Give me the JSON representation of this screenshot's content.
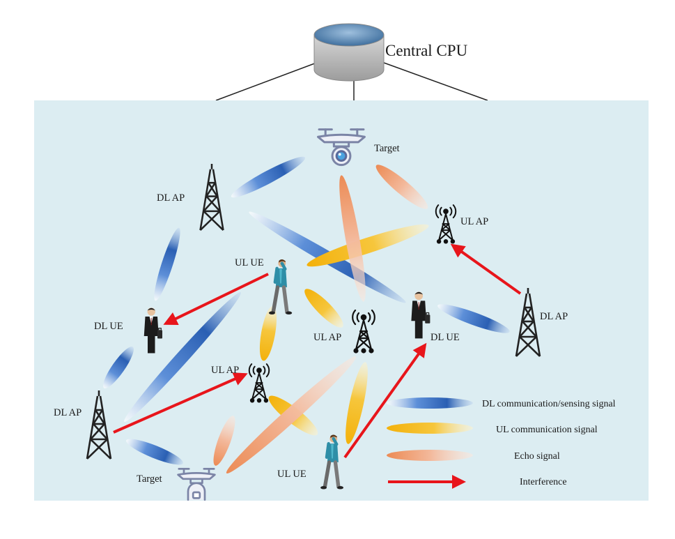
{
  "server": {
    "label": "Central CPU"
  },
  "nodes": {
    "target_top": "Target",
    "target_bottom": "Target",
    "dl_ap_top": "DL AP",
    "dl_ap_right": "DL AP",
    "dl_ap_bottom": "DL AP",
    "ul_ap_top": "UL AP",
    "ul_ap_center": "UL AP",
    "ul_ap_left": "UL AP",
    "ul_ue_top": "UL UE",
    "ul_ue_bottom": "UL UE",
    "dl_ue_left": "DL UE",
    "dl_ue_right": "DL UE"
  },
  "legend": {
    "dl": "DL communication/sensing signal",
    "ul": "UL communication signal",
    "echo": "Echo signal",
    "interference": "Interference"
  },
  "colors": {
    "area_background": "#dcedf2",
    "dl_signal": "#2b62b5",
    "ul_signal": "#f2b40f",
    "echo_signal": "#ee9a6a",
    "interference": "#e8151b",
    "tower": "#222222",
    "drone": "#7b84a6"
  }
}
